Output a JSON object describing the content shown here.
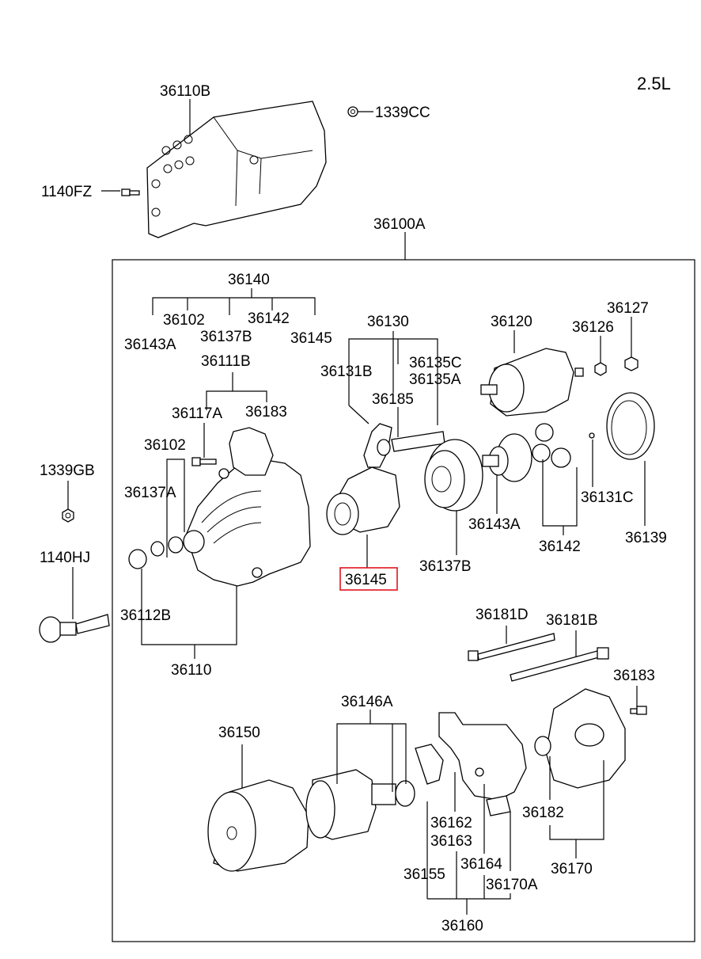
{
  "engine_label": "2.5L",
  "highlight_color": "#e0141e",
  "labels": {
    "p36110B": "36110B",
    "p1339CC": "1339CC",
    "p1140FZ": "1140FZ",
    "p36100A": "36100A",
    "p36140": "36140",
    "p36102_top": "36102",
    "p36142_top": "36142",
    "p36143A_top": "36143A",
    "p36137B_top": "36137B",
    "p36145_top": "36145",
    "p36130": "36130",
    "p36120": "36120",
    "p36127": "36127",
    "p36126": "36126",
    "p36131B": "36131B",
    "p36135C": "36135C",
    "p36135A": "36135A",
    "p36185": "36185",
    "p36111B": "36111B",
    "p36117A": "36117A",
    "p36183_top": "36183",
    "p36102_mid": "36102",
    "p1339GB": "1339GB",
    "p36137A": "36137A",
    "p1140HJ": "1140HJ",
    "p36112B": "36112B",
    "p36110": "36110",
    "p36145_sel": "36145",
    "p36137B_mid": "36137B",
    "p36143A_mid": "36143A",
    "p36142_mid": "36142",
    "p36131C": "36131C",
    "p36139": "36139",
    "p36181D": "36181D",
    "p36181B": "36181B",
    "p36183_bot": "36183",
    "p36146A": "36146A",
    "p36150": "36150",
    "p36162": "36162",
    "p36163": "36163",
    "p36164": "36164",
    "p36155": "36155",
    "p36170A": "36170A",
    "p36182": "36182",
    "p36170": "36170",
    "p36160": "36160"
  }
}
